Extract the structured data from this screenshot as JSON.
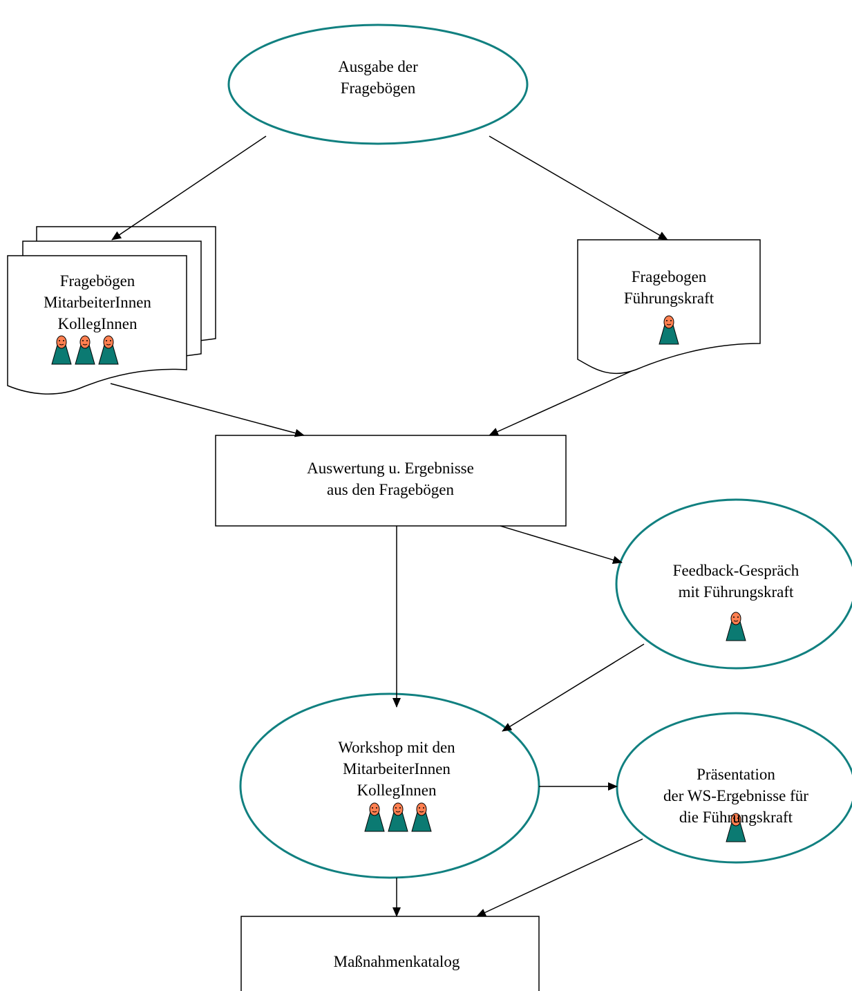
{
  "colors": {
    "ellipse_stroke": "#118080",
    "person_body": "#0b7a72",
    "person_head": "#ff7f50",
    "line": "#000000",
    "fill": "#ffffff"
  },
  "nodes": {
    "ausgabe": {
      "line1": "Ausgabe der",
      "line2": "Fragebögen"
    },
    "fb_mitarbeiter": {
      "line1": "Fragebögen",
      "line2": "MitarbeiterInnen",
      "line3": "KollegInnen",
      "people": 3
    },
    "fb_fuehrung": {
      "line1": "Fragebogen",
      "line2": "Führungskraft",
      "people": 1
    },
    "auswertung": {
      "line1": "Auswertung u. Ergebnisse",
      "line2": "aus den Fragebögen"
    },
    "feedback": {
      "line1": "Feedback-Gespräch",
      "line2": "mit Führungskraft",
      "people": 1
    },
    "workshop": {
      "line1": "Workshop mit den",
      "line2": "MitarbeiterInnen",
      "line3": "KollegInnen",
      "people": 3
    },
    "praesentation": {
      "line1": "Präsentation",
      "line2": "der  WS-Ergebnisse für",
      "line3": "die Führungskraft",
      "people": 1
    },
    "katalog": {
      "line1": "Maßnahmenkatalog"
    }
  },
  "edges": [
    {
      "from": "ausgabe",
      "to": "fb_mitarbeiter"
    },
    {
      "from": "ausgabe",
      "to": "fb_fuehrung"
    },
    {
      "from": "fb_mitarbeiter",
      "to": "auswertung"
    },
    {
      "from": "fb_fuehrung",
      "to": "auswertung"
    },
    {
      "from": "auswertung",
      "to": "feedback"
    },
    {
      "from": "auswertung",
      "to": "workshop"
    },
    {
      "from": "feedback",
      "to": "workshop"
    },
    {
      "from": "workshop",
      "to": "praesentation"
    },
    {
      "from": "workshop",
      "to": "katalog"
    },
    {
      "from": "praesentation",
      "to": "katalog"
    }
  ]
}
